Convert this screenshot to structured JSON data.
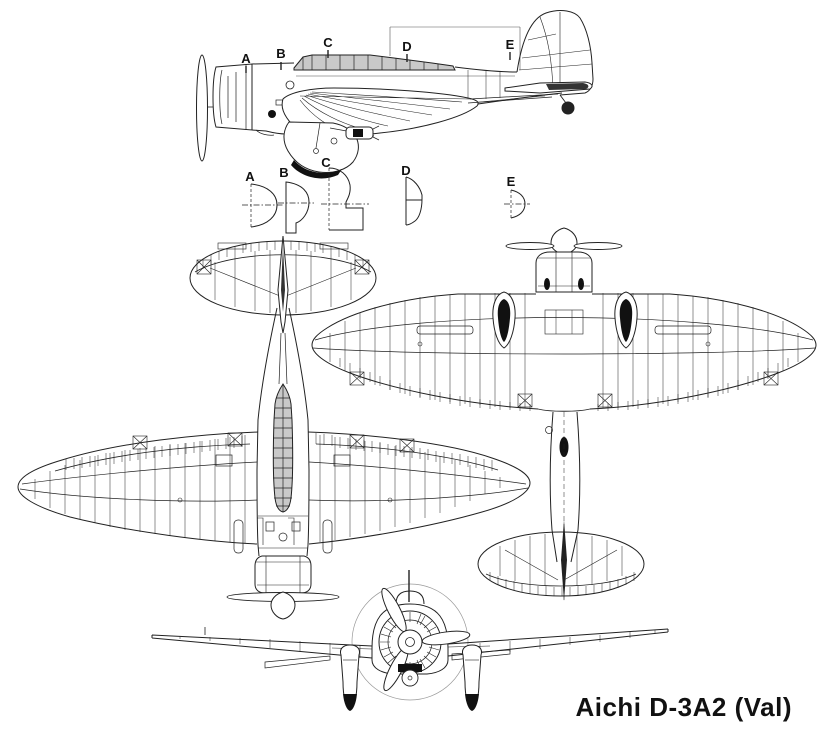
{
  "drawing": {
    "caption": "Aichi D-3A2 (Val)",
    "aircraft_name": "Aichi D-3A2",
    "reporting_name": "Val",
    "type": "three-view line drawing",
    "views": [
      "side profile",
      "fuselage cross sections",
      "plan view (upper)",
      "plan view (lower)",
      "front view"
    ],
    "side_view": {
      "station_labels": [
        "A",
        "B",
        "C",
        "D",
        "E"
      ]
    },
    "cross_sections": {
      "labels": [
        "A",
        "B",
        "C",
        "D",
        "E"
      ]
    },
    "colors": {
      "line": "#222222",
      "canopy_shade": "#c9c9c9",
      "solid_fill": "#111111",
      "background": "#ffffff"
    }
  }
}
